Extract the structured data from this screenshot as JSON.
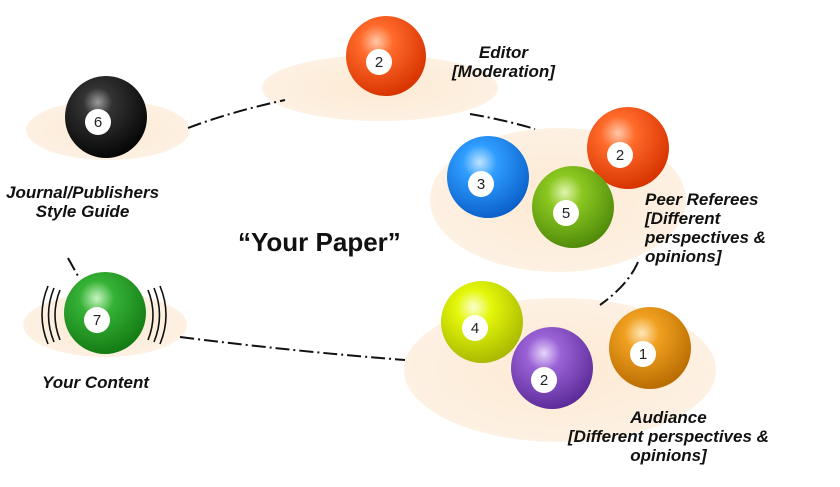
{
  "center_title": "“Your Paper”",
  "labels": {
    "editor": [
      "Editor",
      "[Moderation]"
    ],
    "journal": [
      "Journal/Publishers",
      "Style Guide"
    ],
    "peer": [
      "Peer Referees",
      "[Different",
      "perspectives &",
      "opinions]"
    ],
    "content": [
      "Your Content"
    ],
    "audience": [
      "Audiance",
      "[Different perspectives &",
      "opinions]"
    ]
  },
  "balls": [
    {
      "id": "editor",
      "number": "2",
      "color": "#ff4b12"
    },
    {
      "id": "journal",
      "number": "6",
      "color": "#1a1a1a"
    },
    {
      "id": "peer-blue",
      "number": "3",
      "color": "#1e90ff"
    },
    {
      "id": "peer-orange",
      "number": "2",
      "color": "#ff4b12"
    },
    {
      "id": "peer-green",
      "number": "5",
      "color": "#7cb518"
    },
    {
      "id": "content",
      "number": "7",
      "color": "#2aa62a"
    },
    {
      "id": "audience-yellow",
      "number": "4",
      "color": "#d8f000"
    },
    {
      "id": "audience-purple",
      "number": "2",
      "color": "#8a4fc6"
    },
    {
      "id": "audience-amber",
      "number": "1",
      "color": "#e8960c"
    }
  ]
}
